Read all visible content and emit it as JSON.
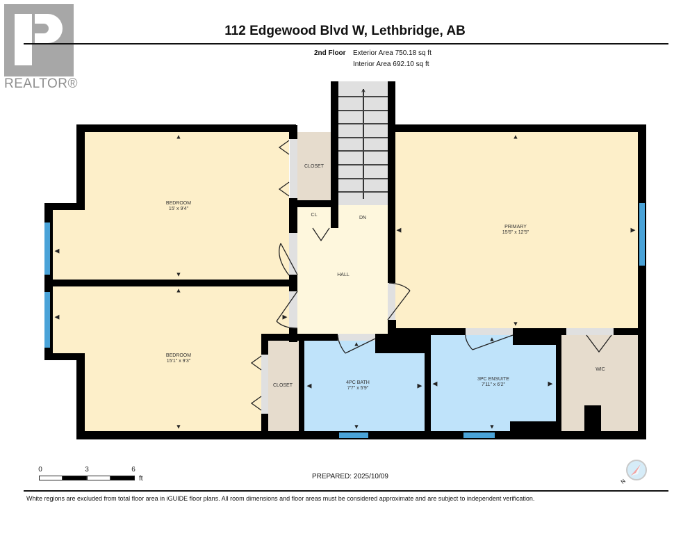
{
  "header": {
    "logo_text": "REALTOR®",
    "title": "112 Edgewood Blvd W, Lethbridge, AB",
    "floor_label": "2nd Floor",
    "exterior_area": "Exterior Area 750.18 sq ft",
    "interior_area": "Interior Area 692.10 sq ft"
  },
  "rooms": {
    "bedroom1": {
      "name": "BEDROOM",
      "dims": "15' x 9'4\""
    },
    "bedroom2": {
      "name": "BEDROOM",
      "dims": "15'1\" x 9'3\""
    },
    "closet1": {
      "name": "CLOSET"
    },
    "closet2": {
      "name": "CLOSET"
    },
    "cl": {
      "name": "CL"
    },
    "stairs": {
      "name": "DN"
    },
    "hall": {
      "name": "HALL"
    },
    "primary": {
      "name": "PRIMARY",
      "dims": "15'6\" x 12'5\""
    },
    "bath": {
      "name": "4PC BATH",
      "dims": "7'7\" x 5'9\""
    },
    "ensuite": {
      "name": "3PC ENSUITE",
      "dims": "7'11\" x 6'2\""
    },
    "wic": {
      "name": "WIC"
    }
  },
  "colors": {
    "bedroom": "#fdefc9",
    "hall": "#fef7dd",
    "closet": "#e6dccd",
    "bath": "#bfe3fa",
    "window": "#4aa3d8",
    "stairs": "#e0e0e0"
  },
  "scale": {
    "ticks": [
      "0",
      "3",
      "6"
    ],
    "unit": "ft"
  },
  "footer": {
    "prepared": "PREPARED: 2025/10/09",
    "disclaimer": "White regions are excluded from total floor area in iGUIDE floor plans. All room dimensions and floor areas must be considered approximate and are subject to independent verification.",
    "compass_label": "N"
  }
}
